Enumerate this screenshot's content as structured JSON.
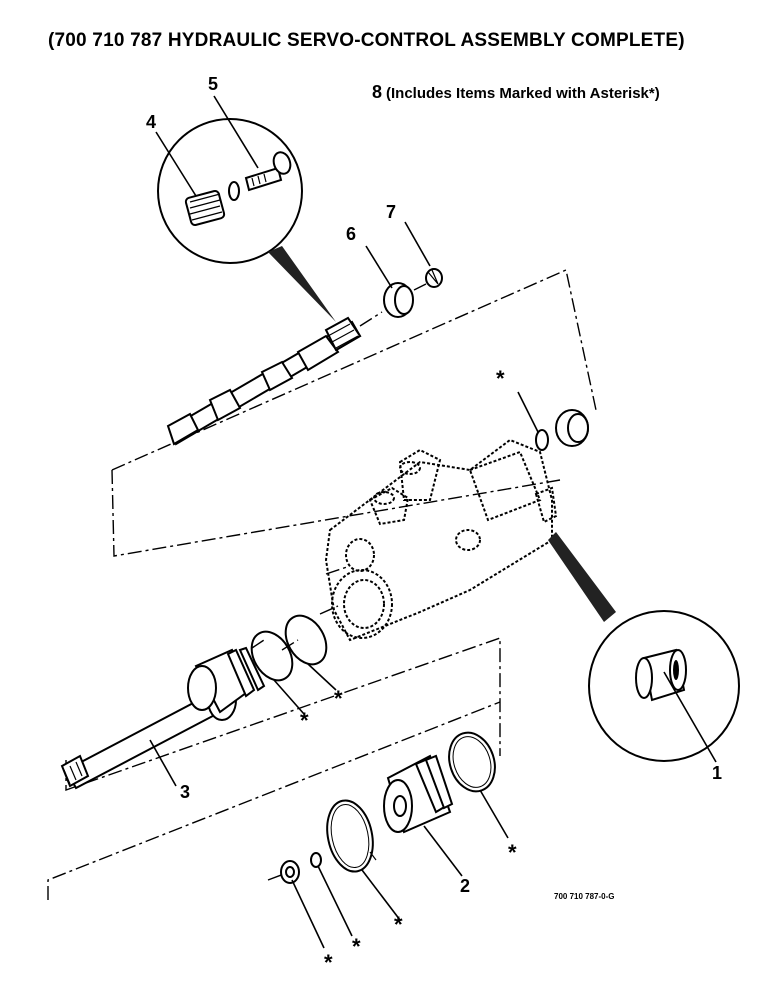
{
  "diagram": {
    "title": "(700 710 787 HYDRAULIC SERVO-CONTROL ASSEMBLY COMPLETE)",
    "note_number": "8",
    "note_text": "(Includes Items Marked with Asterisk*)",
    "figure_id": "700 710 787-0-G",
    "callouts": [
      "1",
      "2",
      "3",
      "4",
      "5",
      "6",
      "7"
    ],
    "asterisk": "*"
  }
}
